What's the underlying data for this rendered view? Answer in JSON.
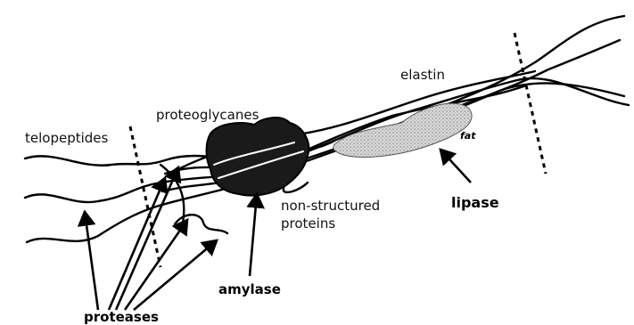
{
  "labels": {
    "telopeptides": "telopeptides",
    "proteoglycanes": "proteoglycanes",
    "elastin": "elastin",
    "fat": "fat",
    "lipase": "lipase",
    "non_structured_line1": "non-structured",
    "non_structured_line2": "proteins",
    "amylase": "amylase",
    "proteases": "proteases"
  }
}
